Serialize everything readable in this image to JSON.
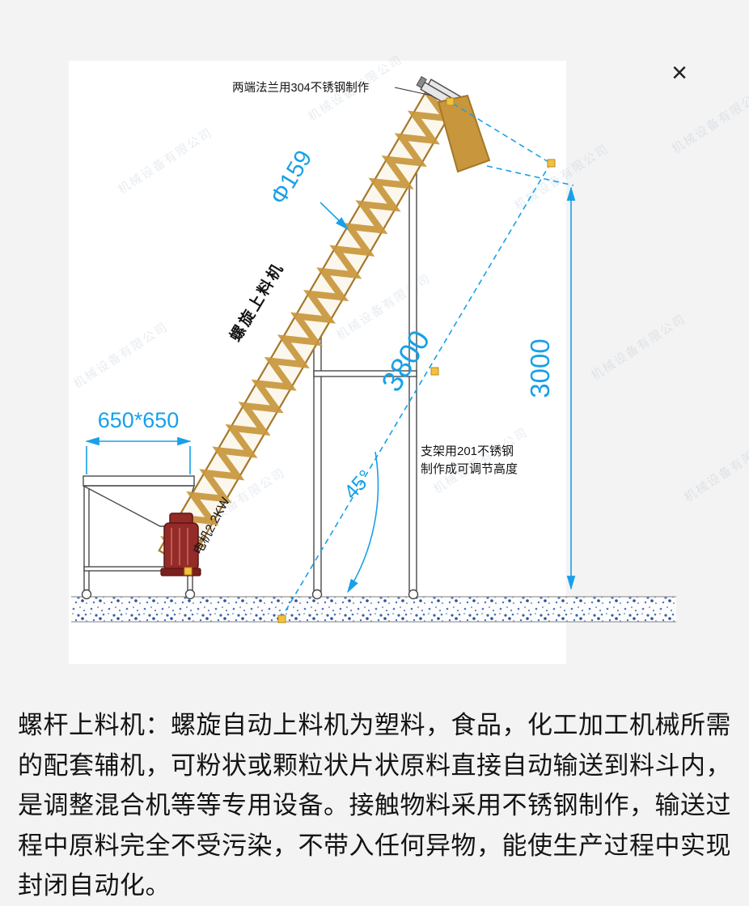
{
  "colors": {
    "accent": "#18a0e8",
    "tube": "#c8963c",
    "tubeEdge": "#a5772a",
    "motor": "#932b28",
    "marker": "#f2c23e",
    "bg": "#f3f3f3",
    "panel": "#ffffff",
    "ink": "#1c1c1c"
  },
  "viewer": {
    "close_icon": "×"
  },
  "diagram": {
    "labels": {
      "flange_note": "两端法兰用304不锈钢制作",
      "conveyor_name": "螺旋上料机",
      "diameter": "Φ159",
      "length": "3800",
      "height": "3000",
      "angle": "45°",
      "hopper_size": "650*650",
      "motor": "电机2.2KW",
      "frame_note_line1": "支架用201不锈钢",
      "frame_note_line2": "制作成可调节高度"
    },
    "watermark": "机械设备有限公司"
  },
  "description": {
    "text": "螺杆上料机：螺旋自动上料机为塑料，食品，化工加工机械所需的配套辅机，可粉状或颗粒状片状原料直接自动输送到料斗内，是调整混合机等等专用设备。接触物料采用不锈钢制作，输送过程中原料完全不受污染，不带入任何异物，能使生产过程中实现封闭自动化。"
  }
}
